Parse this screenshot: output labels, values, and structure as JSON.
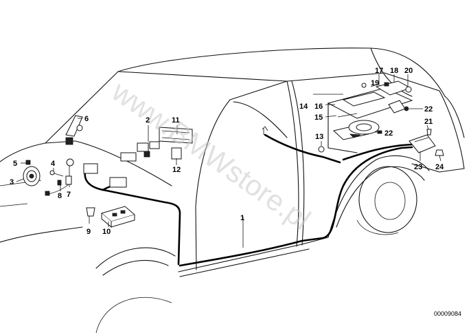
{
  "watermark": "www.BMWstore.pl",
  "diagram_code": "00009084",
  "callouts": [
    {
      "id": "c1",
      "text": "1"
    },
    {
      "id": "c2",
      "text": "2"
    },
    {
      "id": "c3",
      "text": "3"
    },
    {
      "id": "c4",
      "text": "4"
    },
    {
      "id": "c5",
      "text": "5"
    },
    {
      "id": "c6",
      "text": "6"
    },
    {
      "id": "c7",
      "text": "7"
    },
    {
      "id": "c8",
      "text": "8"
    },
    {
      "id": "c9",
      "text": "9"
    },
    {
      "id": "c10",
      "text": "10"
    },
    {
      "id": "c11",
      "text": "11"
    },
    {
      "id": "c12",
      "text": "12"
    },
    {
      "id": "c13",
      "text": "13"
    },
    {
      "id": "c14",
      "text": "14"
    },
    {
      "id": "c15",
      "text": "15"
    },
    {
      "id": "c16",
      "text": "16"
    },
    {
      "id": "c17",
      "text": "17"
    },
    {
      "id": "c18",
      "text": "18"
    },
    {
      "id": "c19",
      "text": "19"
    },
    {
      "id": "c20",
      "text": "20"
    },
    {
      "id": "c21",
      "text": "21"
    },
    {
      "id": "c22a",
      "text": "22"
    },
    {
      "id": "c22b",
      "text": "22"
    },
    {
      "id": "c23",
      "text": "23"
    },
    {
      "id": "c24",
      "text": "24"
    }
  ]
}
